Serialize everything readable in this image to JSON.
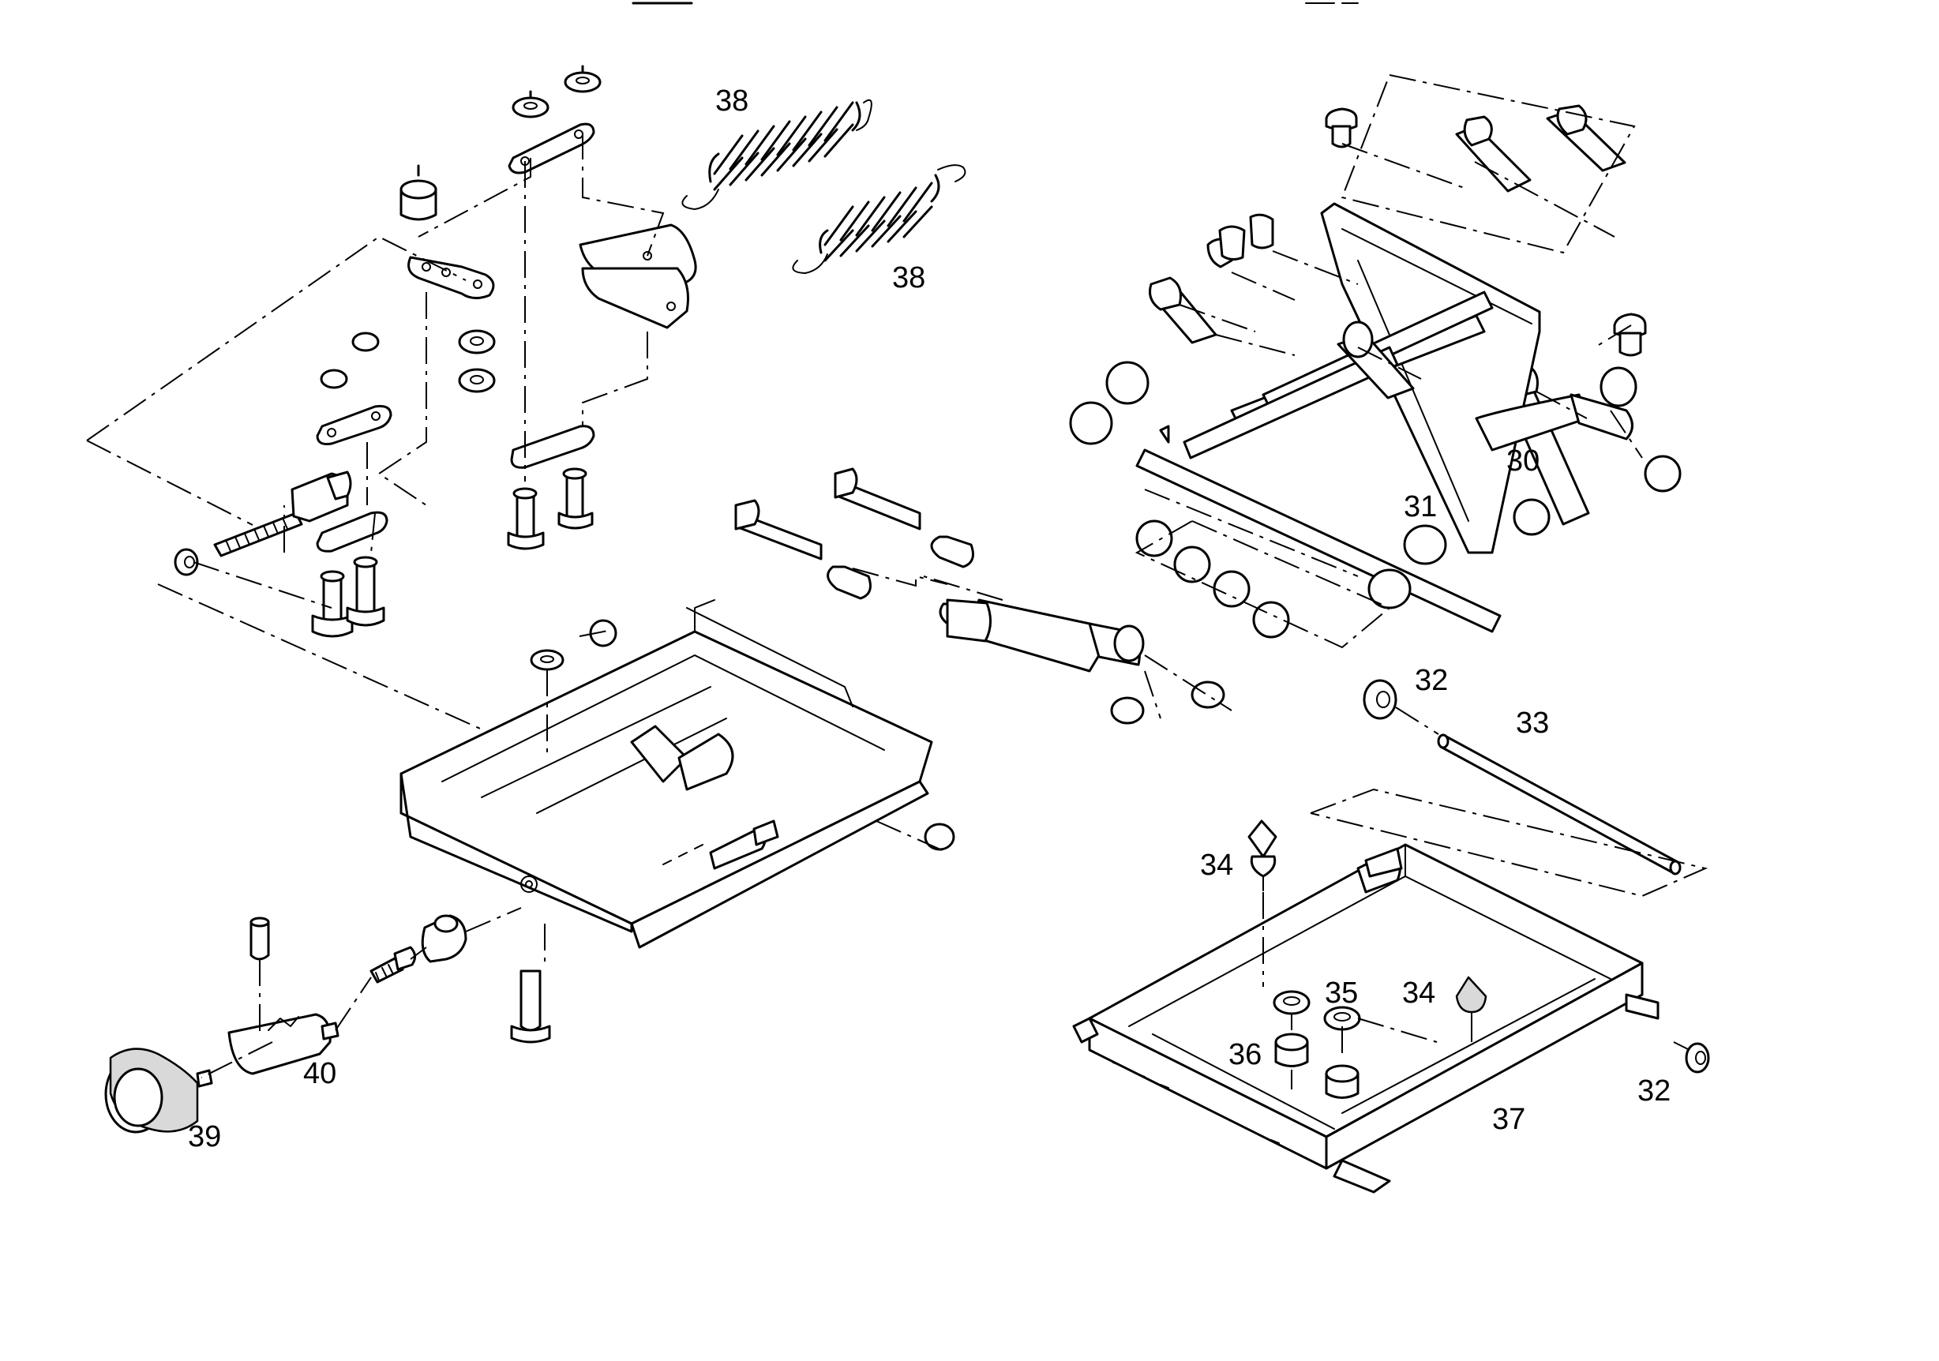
{
  "labels": {
    "l38a": "38",
    "l38b": "38",
    "l30": "30",
    "l31": "31",
    "l32a": "32",
    "l33": "33",
    "l34a": "34",
    "l34b": "34",
    "l35": "35",
    "l36": "36",
    "l32b": "32",
    "l37": "37",
    "l40": "40",
    "l39": "39"
  }
}
